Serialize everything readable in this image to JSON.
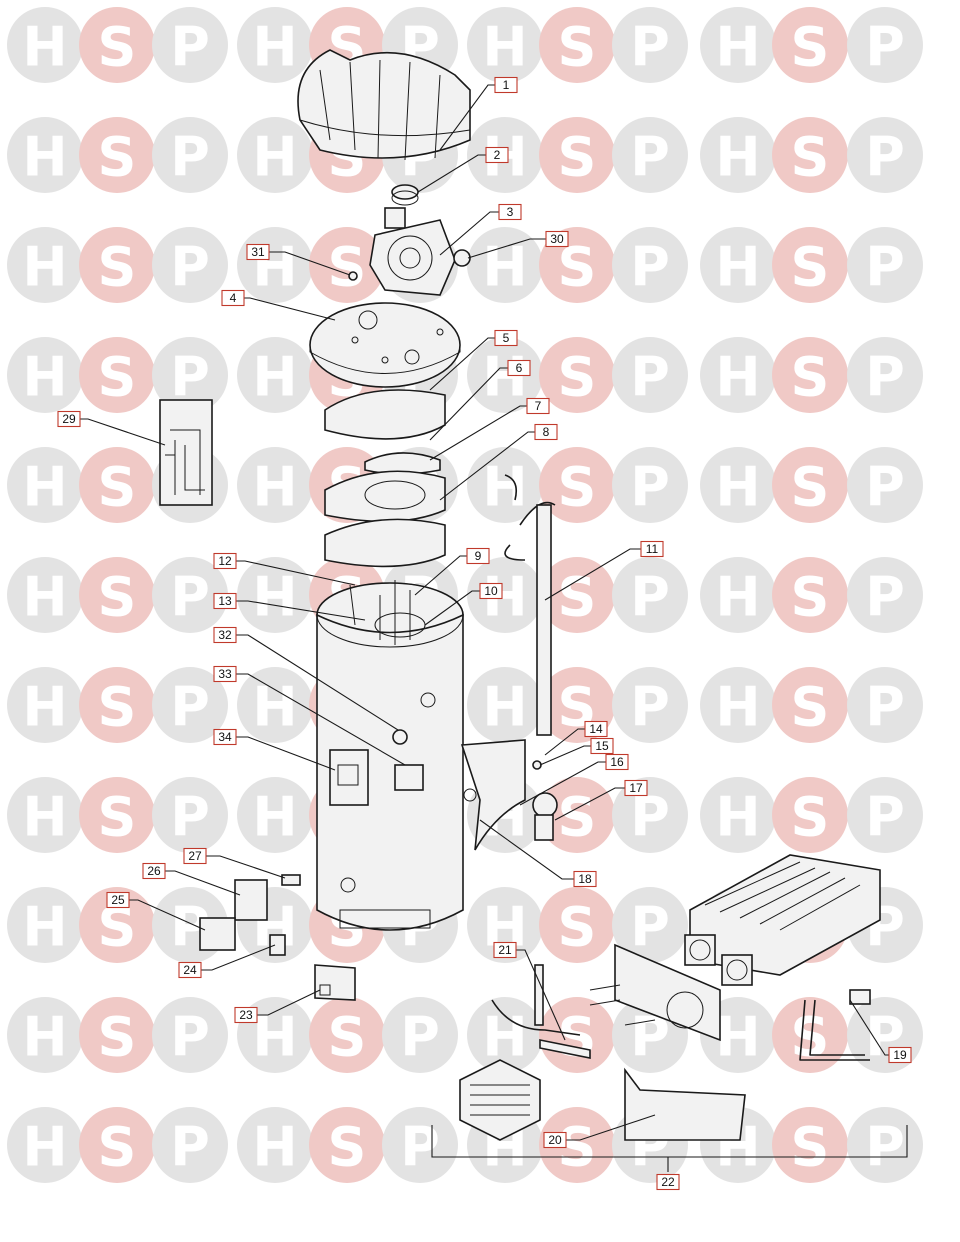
{
  "watermark": {
    "letters": [
      "H",
      "S",
      "P"
    ],
    "colors": {
      "H": "#e3e3e3",
      "S": "#f0c9c6",
      "P": "#e3e3e3"
    }
  },
  "callouts": [
    {
      "id": "1",
      "label": "1"
    },
    {
      "id": "2",
      "label": "2"
    },
    {
      "id": "3",
      "label": "3"
    },
    {
      "id": "4",
      "label": "4"
    },
    {
      "id": "5",
      "label": "5"
    },
    {
      "id": "6",
      "label": "6"
    },
    {
      "id": "7",
      "label": "7"
    },
    {
      "id": "8",
      "label": "8"
    },
    {
      "id": "9",
      "label": "9"
    },
    {
      "id": "10",
      "label": "10"
    },
    {
      "id": "11",
      "label": "11"
    },
    {
      "id": "12",
      "label": "12"
    },
    {
      "id": "13",
      "label": "13"
    },
    {
      "id": "14",
      "label": "14"
    },
    {
      "id": "15",
      "label": "15"
    },
    {
      "id": "16",
      "label": "16"
    },
    {
      "id": "17",
      "label": "17"
    },
    {
      "id": "18",
      "label": "18"
    },
    {
      "id": "19",
      "label": "19"
    },
    {
      "id": "20",
      "label": "20"
    },
    {
      "id": "21",
      "label": "21"
    },
    {
      "id": "22",
      "label": "22"
    },
    {
      "id": "23",
      "label": "23"
    },
    {
      "id": "24",
      "label": "24"
    },
    {
      "id": "25",
      "label": "25"
    },
    {
      "id": "26",
      "label": "26"
    },
    {
      "id": "27",
      "label": "27"
    },
    {
      "id": "29",
      "label": "29"
    },
    {
      "id": "30",
      "label": "30"
    },
    {
      "id": "31",
      "label": "31"
    },
    {
      "id": "32",
      "label": "32"
    },
    {
      "id": "33",
      "label": "33"
    },
    {
      "id": "34",
      "label": "34"
    }
  ]
}
